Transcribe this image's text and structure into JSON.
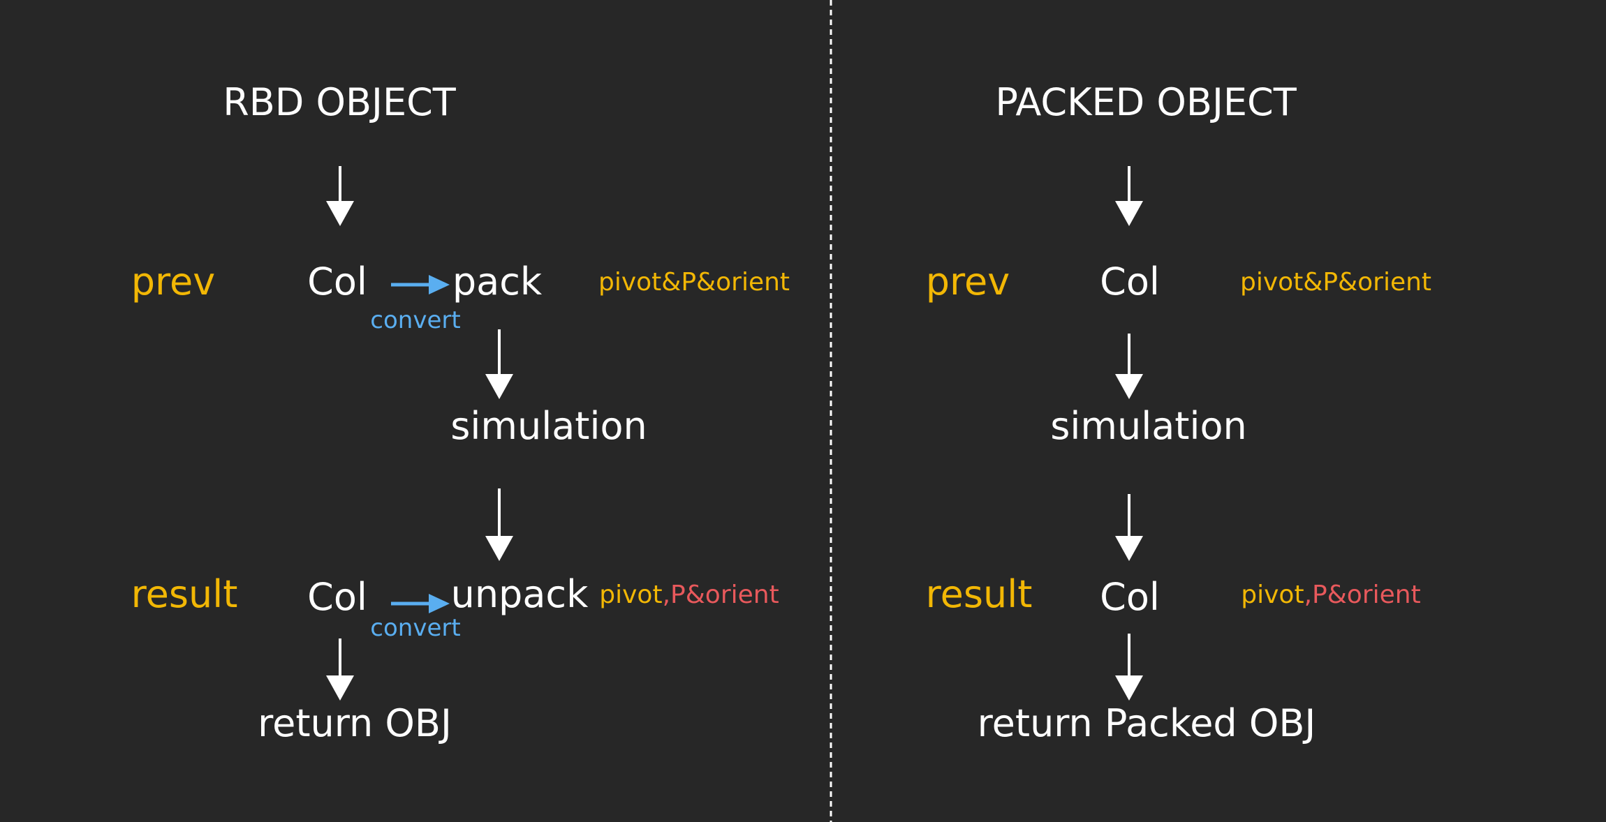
{
  "colors": {
    "background": "#272727",
    "text": "#ffffff",
    "label": "#f2b705",
    "convert": "#5aaef0",
    "highlight": "#e8595c",
    "divider": "#ffffff"
  },
  "left": {
    "title": "RBD OBJECT",
    "prev_label": "prev",
    "prev_col": "Col",
    "pack": "pack",
    "convert_top": "convert",
    "prev_attr": "pivot&P&orient",
    "simulation": "simulation",
    "result_label": "result",
    "result_col": "Col",
    "unpack": "unpack",
    "convert_bottom": "convert",
    "result_attr_a": "pivot",
    "result_attr_b": ",P&orient",
    "return": "return OBJ"
  },
  "right": {
    "title": "PACKED OBJECT",
    "prev_label": "prev",
    "prev_col": "Col",
    "prev_attr": "pivot&P&orient",
    "simulation": "simulation",
    "result_label": "result",
    "result_col": "Col",
    "result_attr_a": "pivot",
    "result_attr_b": ",P&orient",
    "return": "return Packed OBJ"
  }
}
